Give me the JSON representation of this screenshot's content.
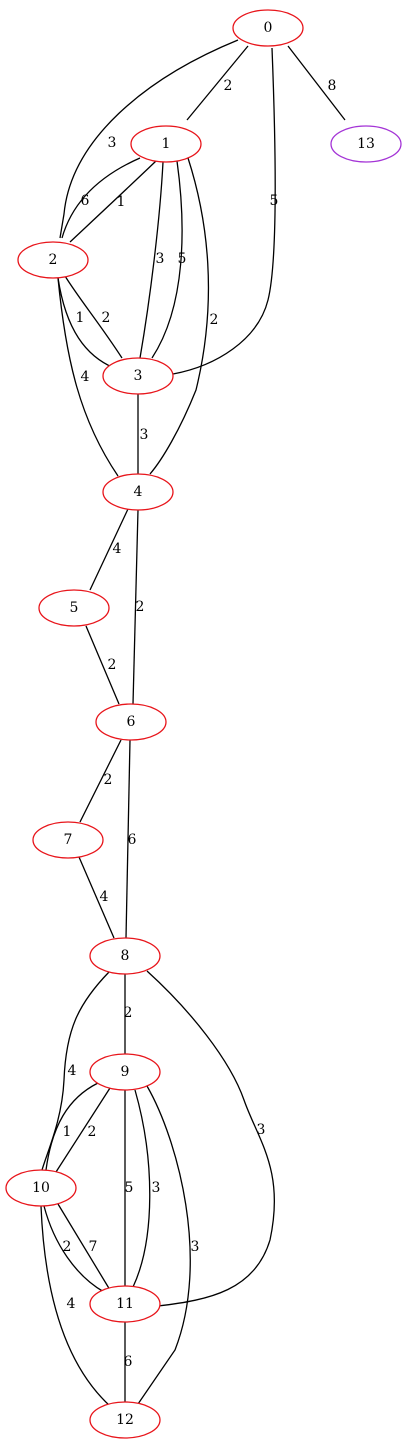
{
  "graph": {
    "node_colors": {
      "default": "#e8151b",
      "highlight": "#a434d6"
    },
    "nodes": [
      {
        "id": "0",
        "label": "0",
        "color": "default"
      },
      {
        "id": "1",
        "label": "1",
        "color": "default"
      },
      {
        "id": "2",
        "label": "2",
        "color": "default"
      },
      {
        "id": "3",
        "label": "3",
        "color": "default"
      },
      {
        "id": "4",
        "label": "4",
        "color": "default"
      },
      {
        "id": "5",
        "label": "5",
        "color": "default"
      },
      {
        "id": "6",
        "label": "6",
        "color": "default"
      },
      {
        "id": "7",
        "label": "7",
        "color": "default"
      },
      {
        "id": "8",
        "label": "8",
        "color": "default"
      },
      {
        "id": "9",
        "label": "9",
        "color": "default"
      },
      {
        "id": "10",
        "label": "10",
        "color": "default"
      },
      {
        "id": "11",
        "label": "11",
        "color": "default"
      },
      {
        "id": "12",
        "label": "12",
        "color": "default"
      },
      {
        "id": "13",
        "label": "13",
        "color": "highlight"
      }
    ],
    "edges": [
      {
        "from": "0",
        "to": "1",
        "label": "2"
      },
      {
        "from": "0",
        "to": "13",
        "label": "8"
      },
      {
        "from": "0",
        "to": "2",
        "label": "3"
      },
      {
        "from": "0",
        "to": "3",
        "label": "5"
      },
      {
        "from": "1",
        "to": "2",
        "label": "6"
      },
      {
        "from": "1",
        "to": "2",
        "label": "1"
      },
      {
        "from": "1",
        "to": "3",
        "label": "3"
      },
      {
        "from": "1",
        "to": "3",
        "label": "5"
      },
      {
        "from": "1",
        "to": "4",
        "label": "2"
      },
      {
        "from": "2",
        "to": "3",
        "label": "1"
      },
      {
        "from": "2",
        "to": "3",
        "label": "2"
      },
      {
        "from": "2",
        "to": "4",
        "label": "4"
      },
      {
        "from": "3",
        "to": "4",
        "label": "3"
      },
      {
        "from": "4",
        "to": "5",
        "label": "4"
      },
      {
        "from": "4",
        "to": "6",
        "label": "2"
      },
      {
        "from": "5",
        "to": "6",
        "label": "2"
      },
      {
        "from": "6",
        "to": "7",
        "label": "2"
      },
      {
        "from": "6",
        "to": "8",
        "label": "6"
      },
      {
        "from": "7",
        "to": "8",
        "label": "4"
      },
      {
        "from": "8",
        "to": "9",
        "label": "2"
      },
      {
        "from": "8",
        "to": "10",
        "label": "4"
      },
      {
        "from": "8",
        "to": "11",
        "label": "3"
      },
      {
        "from": "9",
        "to": "10",
        "label": "1"
      },
      {
        "from": "9",
        "to": "10",
        "label": "2"
      },
      {
        "from": "9",
        "to": "11",
        "label": "5"
      },
      {
        "from": "9",
        "to": "11",
        "label": "3"
      },
      {
        "from": "9",
        "to": "12",
        "label": "3"
      },
      {
        "from": "10",
        "to": "11",
        "label": "2"
      },
      {
        "from": "10",
        "to": "11",
        "label": "7"
      },
      {
        "from": "10",
        "to": "12",
        "label": "4"
      },
      {
        "from": "11",
        "to": "12",
        "label": "6"
      }
    ]
  }
}
